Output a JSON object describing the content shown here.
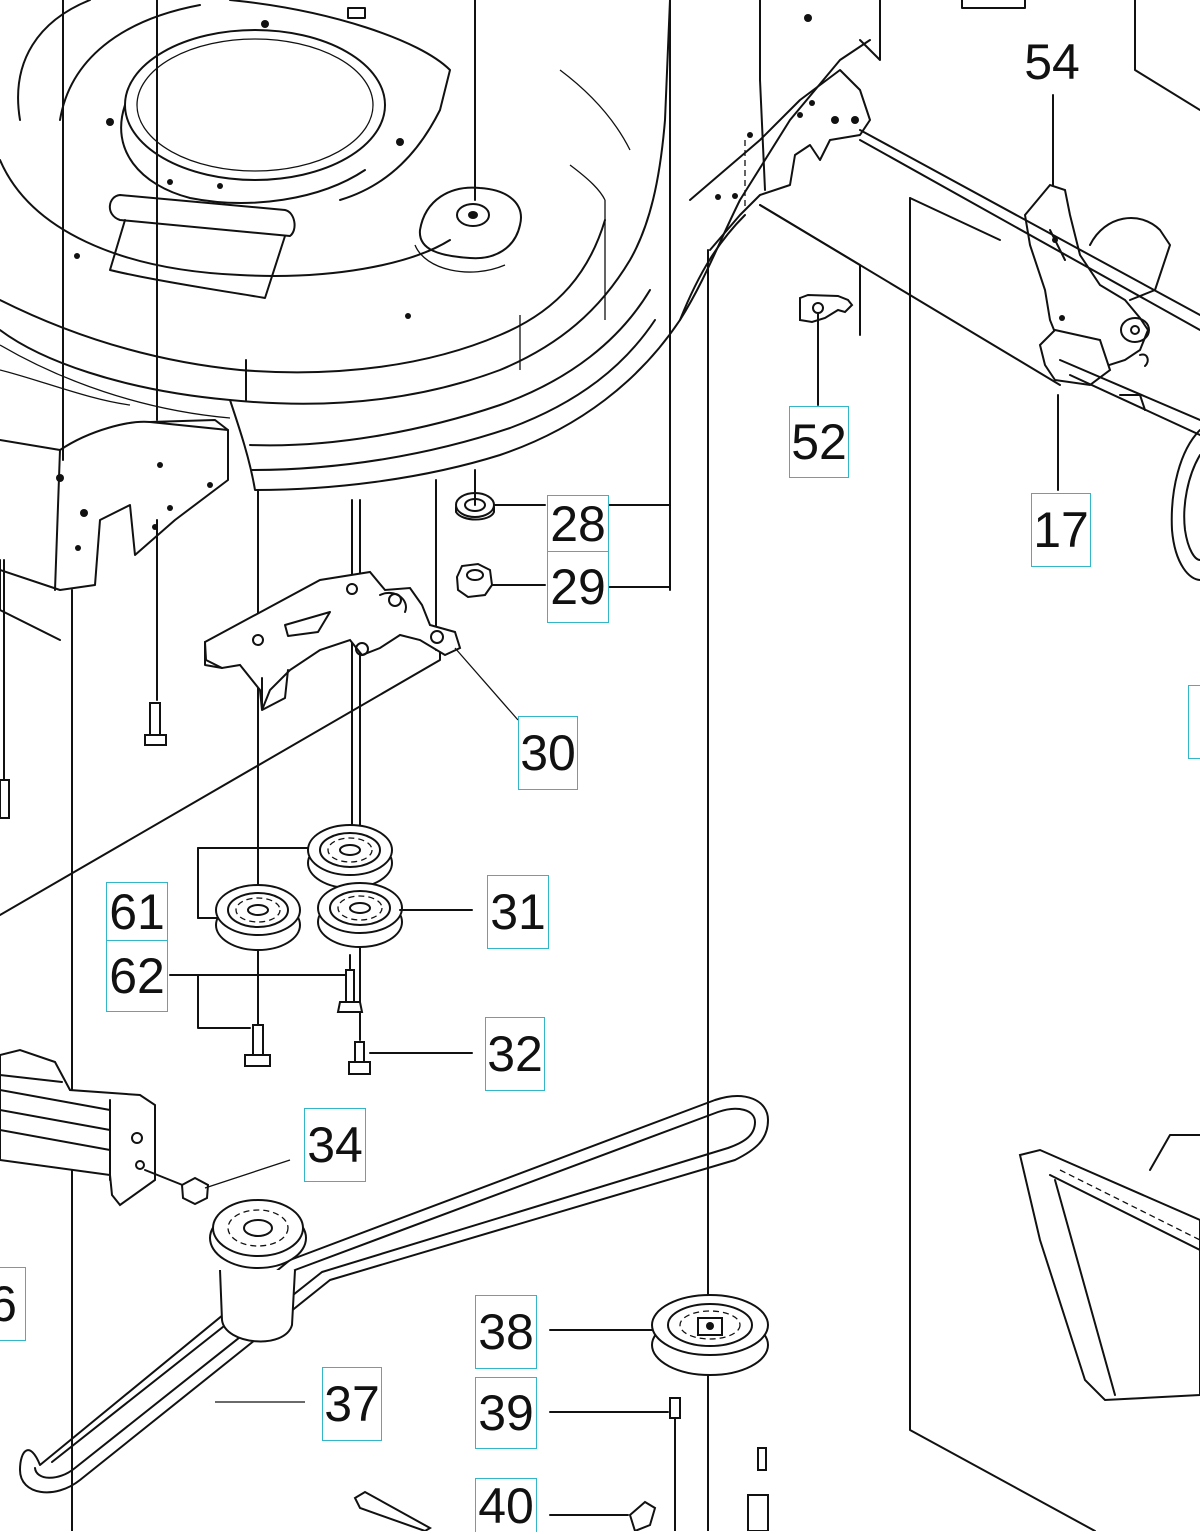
{
  "callouts": [
    {
      "id": "c54",
      "label": "54"
    },
    {
      "id": "c52",
      "label": "52"
    },
    {
      "id": "c17",
      "label": "17"
    },
    {
      "id": "c28",
      "label": "28"
    },
    {
      "id": "c29",
      "label": "29"
    },
    {
      "id": "c30",
      "label": "30"
    },
    {
      "id": "c61",
      "label": "61"
    },
    {
      "id": "c31",
      "label": "31"
    },
    {
      "id": "c62",
      "label": "62"
    },
    {
      "id": "c32",
      "label": "32"
    },
    {
      "id": "c34",
      "label": "34"
    },
    {
      "id": "c6",
      "label": "6"
    },
    {
      "id": "c38",
      "label": "38"
    },
    {
      "id": "c37",
      "label": "37"
    },
    {
      "id": "c39",
      "label": "39"
    },
    {
      "id": "c40",
      "label": "40"
    }
  ]
}
